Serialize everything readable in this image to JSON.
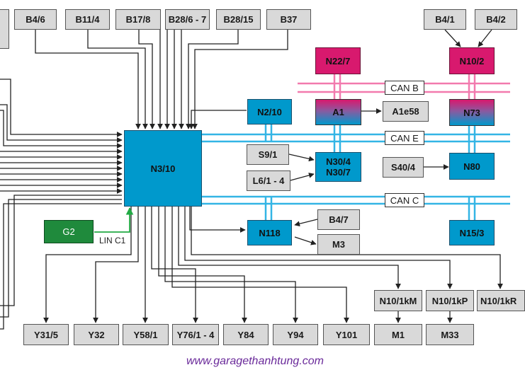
{
  "boxes": {
    "b4_6": "B4/6",
    "b11_4": "B11/4",
    "b17_8": "B17/8",
    "b28_6_7": "B28/6 - 7",
    "b28_15": "B28/15",
    "b37": "B37",
    "b4_1": "B4/1",
    "b4_2": "B4/2",
    "n22_7": "N22/7",
    "n10_2": "N10/2",
    "n2_10": "N2/10",
    "a1": "A1",
    "a1e58": "A1e58",
    "n73": "N73",
    "n3_10": "N3/10",
    "s9_1": "S9/1",
    "l6_1_4": "L6/1 - 4",
    "n30_4": "N30/4",
    "n30_7": "N30/7",
    "s40_4": "S40/4",
    "n80": "N80",
    "g2": "G2",
    "n118": "N118",
    "b4_7": "B4/7",
    "m3": "M3",
    "n15_3": "N15/3",
    "n10_1km": "N10/1kM",
    "n10_1kp": "N10/1kP",
    "n10_1kr": "N10/1kR",
    "y31_5": "Y31/5",
    "y32": "Y32",
    "y58_1": "Y58/1",
    "y76_1_4": "Y76/1 - 4",
    "y84": "Y84",
    "y94": "Y94",
    "y101": "Y101",
    "m1": "M1",
    "m33": "M33"
  },
  "buses": {
    "can_b": "CAN B",
    "can_e": "CAN E",
    "can_c": "CAN C"
  },
  "link_label": "LIN C1",
  "watermark": "www.garagethanhtung.com",
  "colors": {
    "can_b": "#f27aae",
    "can_e_c": "#33b5e5",
    "lin": "#22aa44"
  }
}
